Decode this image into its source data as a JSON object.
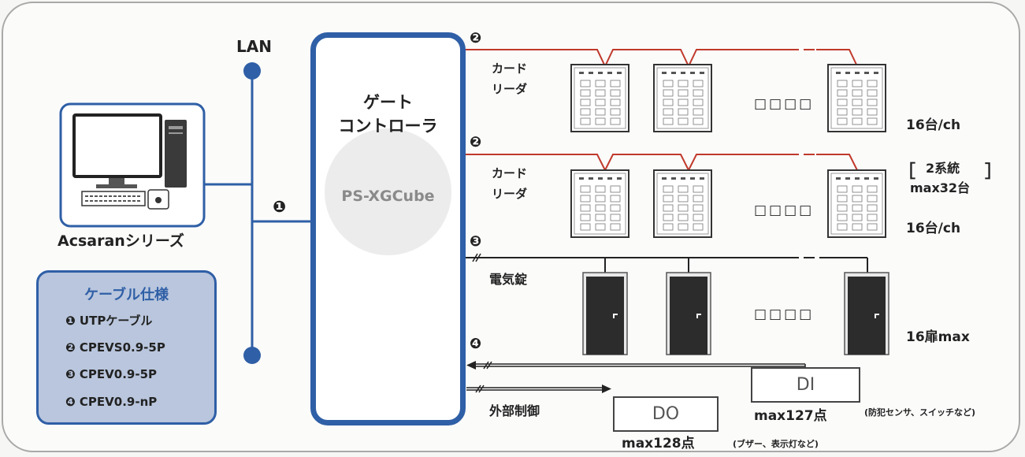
{
  "network": {
    "lan_label": "LAN",
    "pc_caption": "Acsaranシリーズ"
  },
  "controller": {
    "title_line1": "ゲート",
    "title_line2": "コントローラ",
    "model": "PS-XGCube"
  },
  "markers": {
    "m1": "❶",
    "m2": "❷",
    "m3": "❸",
    "m4": "❹"
  },
  "card_reader": {
    "label_line1": "カード",
    "label_line2": "リーダ",
    "count": "16台/ch"
  },
  "system_note": {
    "bracket_open": "［",
    "bracket_close": "］",
    "line1": "2系統",
    "line2": "max32台"
  },
  "lock": {
    "label": "電気錠",
    "count": "16扉max"
  },
  "ellipsis": "□□□□",
  "external": {
    "label": "外部制御"
  },
  "do": {
    "label": "DO",
    "count": "max128点",
    "note": "(ブザー、表示灯など)"
  },
  "di": {
    "label": "DI",
    "count": "max127点",
    "note": "(防犯センサ、スイッチなど)"
  },
  "cable_spec": {
    "title": "ケーブル仕様",
    "items": [
      "❶ UTPケーブル",
      "❷ CPEVS0.9-5P",
      "❸ CPEV0.9-5P",
      "❹ CPEV0.9-nP"
    ]
  },
  "colors": {
    "blue": "#2f5fa6",
    "red": "#c0392b",
    "door": "#2c2c2c"
  }
}
